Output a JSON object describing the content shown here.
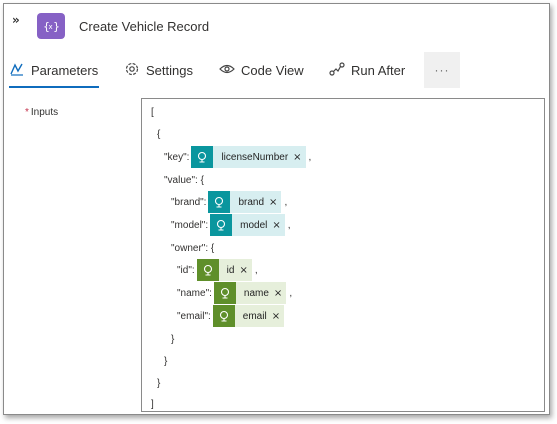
{
  "header": {
    "title": "Create Vehicle Record",
    "collapse_glyph": "»",
    "action_icon": "curly-braces-icon",
    "action_color": "#8661c5"
  },
  "tabs": [
    {
      "label": "Parameters",
      "icon": "parameters-icon",
      "active": true
    },
    {
      "label": "Settings",
      "icon": "gear-icon",
      "active": false
    },
    {
      "label": "Code View",
      "icon": "eye-icon",
      "active": false
    },
    {
      "label": "Run After",
      "icon": "run-after-icon",
      "active": false
    }
  ],
  "more_label": "···",
  "inputs": {
    "required_mark": "*",
    "label": "Inputs"
  },
  "editor": {
    "lines": {
      "l1": "[",
      "l2": "{",
      "l3_key": "\"key\":",
      "l4": "\"value\": {",
      "l5_key": "\"brand\":",
      "l6_key": "\"model\":",
      "l7": "\"owner\": {",
      "l8_key": "\"id\":",
      "l9_key": "\"name\":",
      "l10_key": "\"email\":",
      "l11": "}",
      "l12": "}",
      "l13": "}",
      "l14": "]",
      "comma": ","
    },
    "tokens": {
      "licenseNumber": "licenseNumber",
      "brand": "brand",
      "model": "model",
      "id": "id",
      "name": "name",
      "email": "email",
      "remove_glyph": "×"
    }
  },
  "colors": {
    "accent_blue": "#0f6cbd",
    "teal_token": "#0a969e",
    "green_token": "#5f8f2a",
    "required": "#c4314b"
  }
}
